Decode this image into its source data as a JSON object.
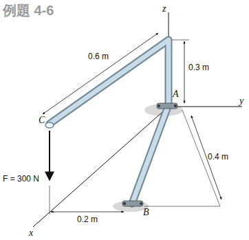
{
  "diagram": {
    "title": "例題 4-6",
    "labels": [
      "z",
      "0.6 m",
      "0.3 m",
      "A",
      "y",
      "C",
      "0.4 m",
      "F = 300 N",
      "B",
      "0.2 m",
      "x"
    ]
  }
}
